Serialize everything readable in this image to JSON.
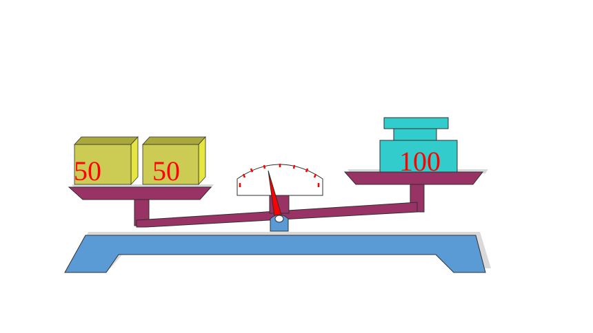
{
  "left_pan": {
    "weights": [
      {
        "label": "50"
      },
      {
        "label": "50"
      }
    ]
  },
  "right_pan": {
    "weights": [
      {
        "label": "100"
      }
    ]
  },
  "colors": {
    "beam": "#993366",
    "base": "#5b9bd5",
    "cube_front": "#cccc55",
    "cube_top": "#a8a83c",
    "cube_side": "#e6e640",
    "weight_teal": "#33cccc",
    "needle": "#ff0000",
    "dial_ticks": "#ff0000",
    "label_text": "#ff0000",
    "shadow": "#d9d9d9"
  }
}
